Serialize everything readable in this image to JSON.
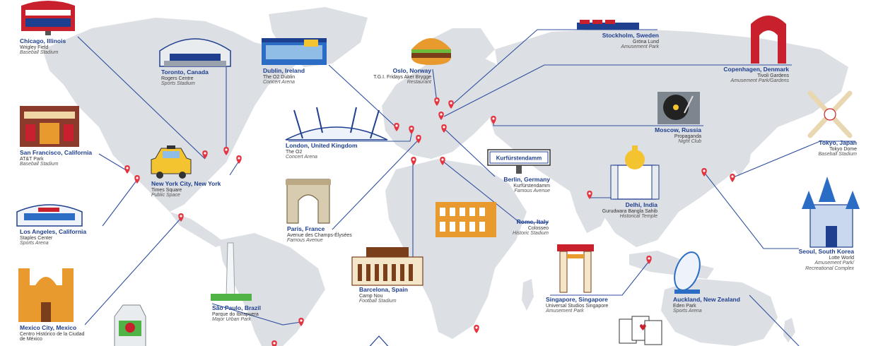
{
  "colors": {
    "land": "#dcdfe3",
    "ocean": "#ffffff",
    "line": "#2f4f9f",
    "pin": "#e3343f",
    "city_text": "#1f3f8f"
  },
  "locations": [
    {
      "id": "chicago",
      "city": "Chicago, Illinois",
      "venue": "Wrigley Field",
      "category": "Baseball Stadium",
      "icon": "wrigley-field-sign-icon"
    },
    {
      "id": "toronto",
      "city": "Toronto, Canada",
      "venue": "Rogers Centre",
      "category": "Sports Stadium",
      "icon": "dome-stadium-icon"
    },
    {
      "id": "dublin",
      "city": "Dublin, Ireland",
      "venue": "The O2 Dublin",
      "category": "Concert Arena",
      "icon": "concert-arena-icon"
    },
    {
      "id": "oslo",
      "city": "Oslo, Norway",
      "venue": "T.G.I. Fridays Aker Brygge",
      "category": "Restaurant",
      "icon": "burger-icon"
    },
    {
      "id": "stockholm",
      "city": "Stockholm, Sweden",
      "venue": "Gröna Lund",
      "category": "Amusement Park",
      "icon": "roller-coaster-icon"
    },
    {
      "id": "copenhagen",
      "city": "Copenhagen, Denmark",
      "venue": "Tivoli Gardens",
      "category": "Amusement Park/Gardens",
      "icon": "tivoli-gate-icon"
    },
    {
      "id": "sanfrancisco",
      "city": "San Francisco, California",
      "venue": "AT&T Park",
      "category": "Baseball Stadium",
      "icon": "ballpark-facade-icon"
    },
    {
      "id": "newyork",
      "city": "New York City, New York",
      "venue": "Times Square",
      "category": "Public Space",
      "icon": "taxi-icon"
    },
    {
      "id": "london",
      "city": "London, United Kingdom",
      "venue": "The O2",
      "category": "Concert Arena",
      "icon": "o2-dome-icon"
    },
    {
      "id": "moscow",
      "city": "Moscow, Russia",
      "venue": "Propaganda",
      "category": "Night Club",
      "icon": "turntable-icon"
    },
    {
      "id": "tokyo",
      "city": "Tokyo, Japan",
      "venue": "Tokyo Dome",
      "category": "Baseball Stadium",
      "icon": "crossed-bats-icon"
    },
    {
      "id": "losangeles",
      "city": "Los Angeles, California",
      "venue": "Staples Center",
      "category": "Sports Arena",
      "icon": "arena-icon"
    },
    {
      "id": "berlin",
      "city": "Berlin, Germany",
      "venue": "Kurfürstendamm",
      "category": "Famous Avenue",
      "icon": "street-sign-icon",
      "sign_text": "Kurfürstendamm"
    },
    {
      "id": "delhi",
      "city": "Delhi, India",
      "venue": "Gurudwara Bangla Sahib",
      "category": "Historical Temple",
      "icon": "temple-icon"
    },
    {
      "id": "paris",
      "city": "Paris, France",
      "venue": "Avenue des Champs-Élysées",
      "category": "Famous Avenue",
      "icon": "arc-de-triomphe-icon"
    },
    {
      "id": "rome",
      "city": "Rome, Italy",
      "venue": "Colosseo",
      "category": "Historic Stadium",
      "icon": "colosseum-icon"
    },
    {
      "id": "seoul",
      "city": "Seoul, South Korea",
      "venue": "Lotte World",
      "category": "Amusement Park/ Recreational Complex",
      "icon": "castle-icon"
    },
    {
      "id": "barcelona",
      "city": "Barcelona, Spain",
      "venue": "Camp Nou",
      "category": "Football Stadium",
      "icon": "camp-nou-icon"
    },
    {
      "id": "singapore",
      "city": "Singapore, Singapore",
      "venue": "Universal Studios Singapore",
      "category": "Amusement Park",
      "icon": "universal-gate-icon"
    },
    {
      "id": "auckland",
      "city": "Auckland, New Zealand",
      "venue": "Eden Park",
      "category": "Sports Arena",
      "icon": "rugby-ball-icon"
    },
    {
      "id": "mexicocity",
      "city": "Mexico City, Mexico",
      "venue": "Centro Histórico de la Ciudad de México",
      "category": "",
      "icon": "cathedral-icon"
    },
    {
      "id": "saopaulo",
      "city": "São Paulo, Brazil",
      "venue": "Parque do Ibirapuera",
      "category": "Major Urban Park",
      "icon": "obelisk-icon"
    }
  ],
  "extra_icons": [
    "juice-carton-icon",
    "playing-cards-icon",
    "tent-icon"
  ]
}
